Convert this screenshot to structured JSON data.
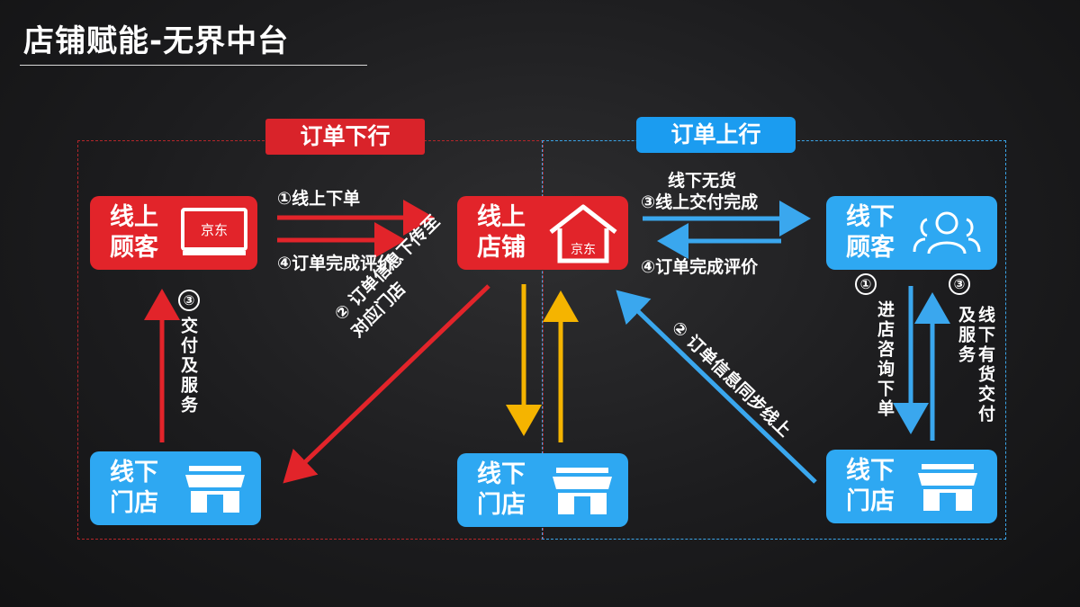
{
  "title": "店铺赋能-无界中台",
  "tags": {
    "down": "订单下行",
    "up": "订单上行"
  },
  "nodes": {
    "online_customer": "线上\n顾客",
    "online_store": "线上\n店铺",
    "offline_customer": "线下\n顾客",
    "offline_store_left": "线下\n门店",
    "offline_store_mid": "线下\n门店",
    "offline_store_right": "线下\n门店"
  },
  "brand": "京东",
  "steps": {
    "online_order": {
      "num": "①",
      "text": "线上下单"
    },
    "complete_review_left": {
      "num": "④",
      "text": "订单完成评价"
    },
    "offline_no_stock": {
      "num": "③",
      "line1": "线下无货",
      "line2": "线上交付完成"
    },
    "complete_review_right": {
      "num": "④",
      "text": "订单完成评价"
    },
    "deliver_service_left": {
      "num": "③",
      "text": "交付及服务"
    },
    "order_to_store": {
      "num": "②",
      "text": "订单信息下传至对应门店"
    },
    "order_sync_online": {
      "num": "②",
      "text": "订单信息同步线上"
    },
    "visit_store": {
      "num": "①",
      "text": "进店咨询下单"
    },
    "offline_in_stock": {
      "num": "③",
      "text": "线下有货交付及服务"
    }
  },
  "colors": {
    "red": "#e2242a",
    "blue": "#2ea8f2",
    "yellow": "#f5b400",
    "arrow_blue": "#3aa7ee"
  }
}
